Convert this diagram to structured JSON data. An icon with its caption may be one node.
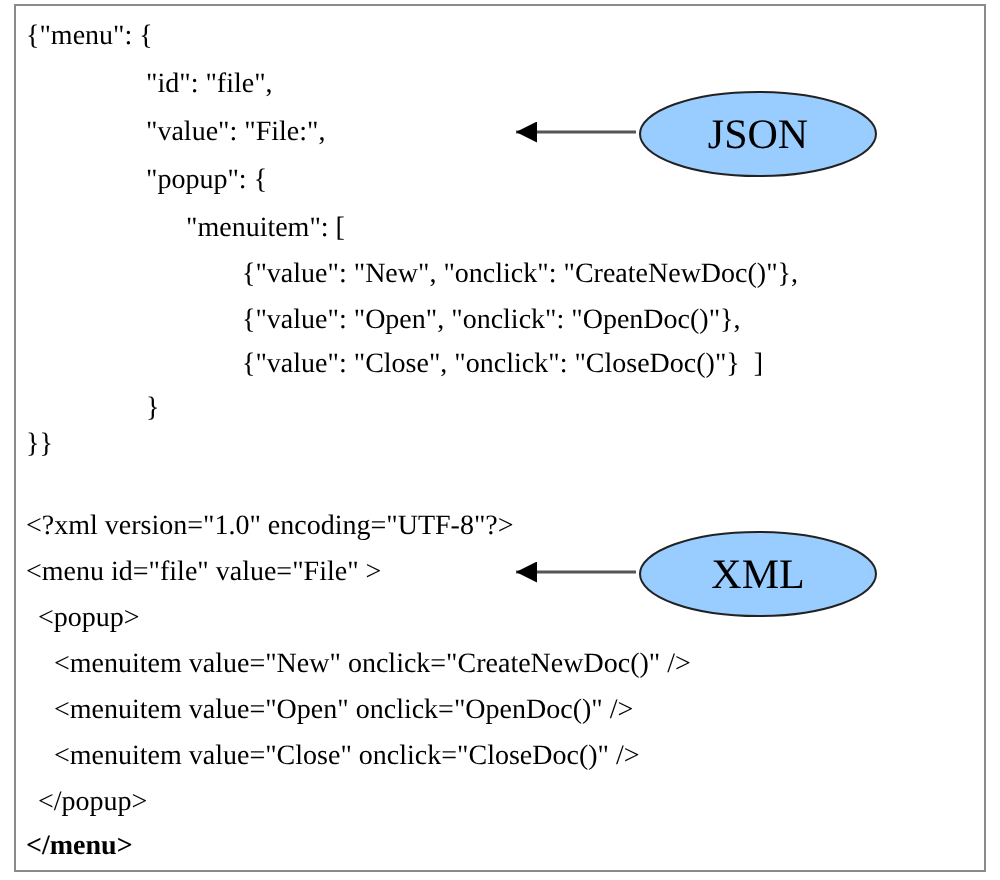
{
  "diagram": {
    "nodes": [
      {
        "text": [],
        "shape": "box"
      },
      {
        "text": [
          "{\"menu\": {",
          "\"id\": \"file\",",
          "\"value\": \"File:\",",
          "\"popup\": {",
          "\"menuitem\": [",
          "{\"value\": \"New\", \"onclick\": \"CreateNewDoc()\"},",
          "{\"value\": \"Open\", \"onclick\": \"OpenDoc()\"},",
          "{\"value\": \"Close\", \"onclick\": \"CloseDoc()\"}  ]",
          "}",
          "}}"
        ],
        "in": 0
      },
      {
        "text": [
          "JSON"
        ],
        "in": 0
      },
      {
        "text": [
          "<?xml version=\"1.0\" encoding=\"UTF-8\"?>",
          "<menu id=\"file\" value=\"File\" >",
          "<popup>",
          "<menuitem value=\"New\" onclick=\"CreateNewDoc()\" />",
          "<menuitem value=\"Open\" onclick=\"OpenDoc()\" />",
          "<menuitem value=\"Close\" onclick=\"CloseDoc()\" />",
          "</popup>",
          "</menu>"
        ],
        "in": 0
      },
      {
        "text": [
          "XML"
        ],
        "in": 0
      }
    ],
    "edges": [
      {
        "from": 2,
        "to": 1,
        "arrow": "to"
      },
      {
        "from": 4,
        "to": 3,
        "arrow": "to"
      }
    ]
  }
}
